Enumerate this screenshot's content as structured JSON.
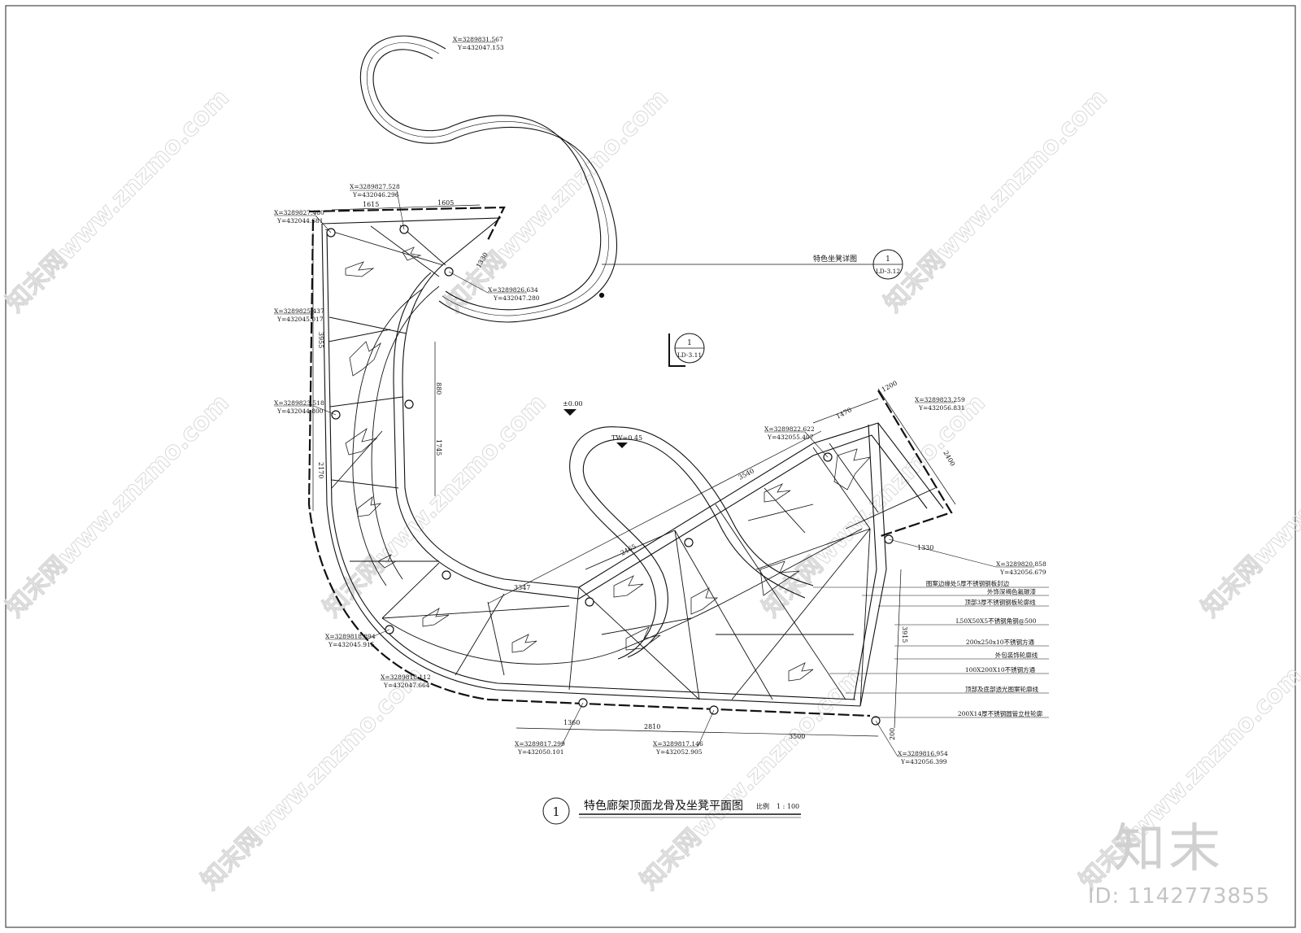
{
  "drawing": {
    "title_number": "1",
    "title": "特色廊架顶面龙骨及坐凳平面图",
    "scale_label": "比例",
    "scale_value": "1 : 100",
    "level_label": "±0.00",
    "bench_level_label": "TW=0.45",
    "detail_ref_1": {
      "label": "特色坐凳详图",
      "num": "1",
      "sheet": "LD-3.12"
    },
    "detail_ref_2": {
      "num": "1",
      "sheet": "LD-3.11"
    }
  },
  "coordinates": [
    {
      "x": "X=3289831.567",
      "y": "Y=432047.153"
    },
    {
      "x": "X=3289827.528",
      "y": "Y=432046.296"
    },
    {
      "x": "X=3289827.480",
      "y": "Y=432044.681"
    },
    {
      "x": "X=3289826.634",
      "y": "Y=432047.280"
    },
    {
      "x": "X=3289825.437",
      "y": "Y=432045.017"
    },
    {
      "x": "X=3289823.518",
      "y": "Y=432044.800"
    },
    {
      "x": "X=3289822.622",
      "y": "Y=432055.407"
    },
    {
      "x": "X=3289823.259",
      "y": "Y=432056.831"
    },
    {
      "x": "X=3289820.858",
      "y": "Y=432056.679"
    },
    {
      "x": "X=3289818.894",
      "y": "Y=432045.915"
    },
    {
      "x": "X=3289818.112",
      "y": "Y=432047.664"
    },
    {
      "x": "X=3289817.299",
      "y": "Y=432050.101"
    },
    {
      "x": "X=3289817.146",
      "y": "Y=432052.905"
    },
    {
      "x": "X=3289816.954",
      "y": "Y=432056.399"
    }
  ],
  "dimensions": [
    "1615",
    "1605",
    "1330",
    "3955",
    "880",
    "1745",
    "2170",
    "3347",
    "2465",
    "3540",
    "1470",
    "1200",
    "2400",
    "1330",
    "3915",
    "1360",
    "2810",
    "3500",
    "200"
  ],
  "notes": [
    "图案边缘处5厚不锈钢钢板封边",
    "外饰深褐色氟碳漆",
    "顶部3厚不锈钢钢板轮廓线",
    "L50X50X5不锈钢角钢@500",
    "200x250x10不锈钢方通",
    "外包装饰轮廓线",
    "100X200X10不锈钢方通",
    "顶部及底部透光图案轮廓线",
    "200X14厚不锈钢圆管立柱轮廓"
  ],
  "watermark": {
    "text": "知末网www.znzmo.com",
    "brand": "知末",
    "image_id": "ID: 1142773855"
  }
}
